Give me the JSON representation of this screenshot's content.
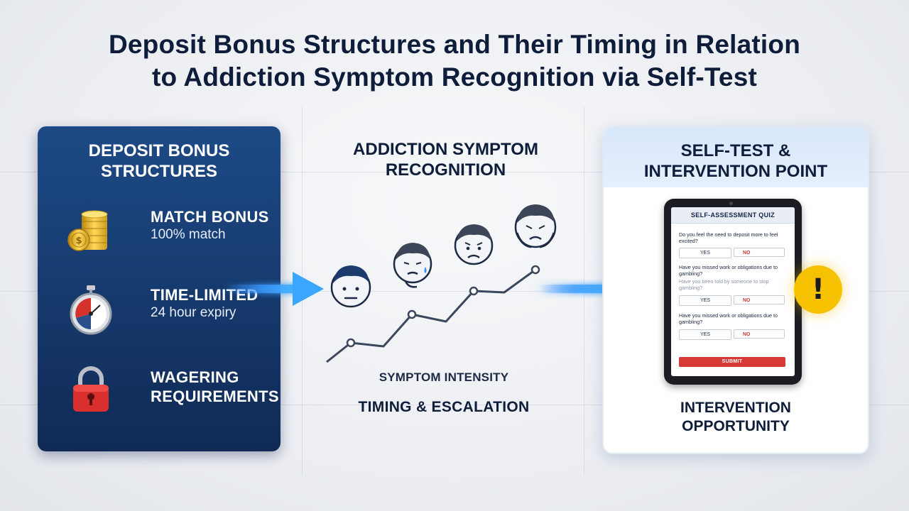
{
  "title": {
    "line1": "Deposit Bonus Structures and Their Timing in Relation",
    "line2": "to Addiction Symptom Recognition via Self-Test"
  },
  "left_panel": {
    "heading_line1": "DEPOSIT BONUS",
    "heading_line2": "STRUCTURES",
    "items": [
      {
        "icon": "coin-stack-icon",
        "title": "MATCH BONUS",
        "subtitle": "100% match"
      },
      {
        "icon": "stopwatch-icon",
        "title": "TIME-LIMITED",
        "subtitle": "24 hour expiry"
      },
      {
        "icon": "padlock-icon",
        "title_line1": "WAGERING",
        "title_line2": "REQUIREMENTS"
      }
    ]
  },
  "middle": {
    "heading_line1": "ADDICTION SYMPTOM",
    "heading_line2": "RECOGNITION",
    "curve_label": "SYMPTOM INTENSITY",
    "bottom_label": "TIMING & ESCALATION"
  },
  "right_panel": {
    "heading_line1": "SELF-TEST &",
    "heading_line2": "INTERVENTION POINT",
    "quiz": {
      "header": "SELF-ASSESSMENT QUIZ",
      "q1": "Do you feel the need to deposit more to feel excited?",
      "q2": "Have you missed work or obligations due to gambling?",
      "q2_faint": "Have you been told by someone to stop gambling?",
      "q3": "Have you missed work or obligations due to gambling?",
      "yes": "YES",
      "no": "NO",
      "submit": "SUBMIT"
    },
    "warning_symbol": "!",
    "footer_line1": "INTERVENTION",
    "footer_line2": "OPPORTUNITY"
  },
  "colors": {
    "navy": "#0e1d3a",
    "panel_blue": "#173c70",
    "arrow_blue": "#2e8cff",
    "warning_yellow": "#f6c200",
    "submit_red": "#d63a35"
  }
}
